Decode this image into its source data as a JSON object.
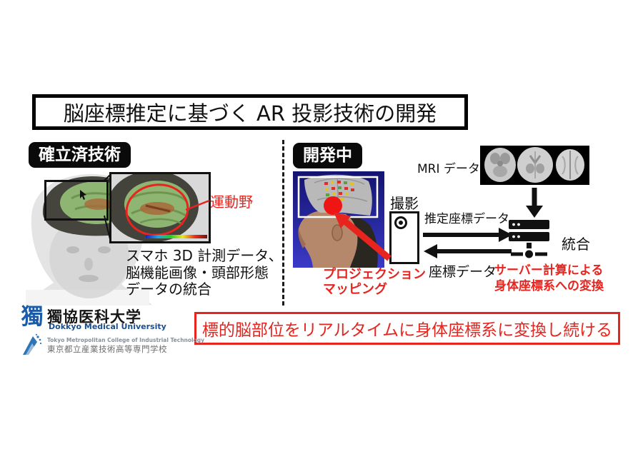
{
  "title": "脳座標推定に基づく AR 投影技術の開発",
  "established": {
    "label": "確立済技術",
    "motor_area_label": "運動野",
    "caption_line1": "スマホ 3D 計測データ、",
    "caption_line2": "脳機能画像・頭部形態",
    "caption_line3": "データの統合"
  },
  "in_development": {
    "label": "開発中",
    "mri_label": "MRI データ",
    "capture_label": "撮影",
    "estimated_coords_label": "推定座標データ",
    "coords_label": "座標データ",
    "integration_label": "統合",
    "server_note_line1": "サーバー計算による",
    "server_note_line2": "身体座標系への変換",
    "projection_line1": "プロジェクション",
    "projection_line2": "マッピング"
  },
  "banner": "標的脳部位をリアルタイムに身体座標系に変換し続ける",
  "logos": {
    "dokkyo": {
      "mark_glyph": "獨",
      "name_ja": "獨協医科大学",
      "name_en": "Dokkyo Medical University"
    },
    "tmcit": {
      "name_en": "Tokyo Metropolitan College of Industrial Technology",
      "name_ja": "東京都立産業技術高等専門学校"
    }
  },
  "icons": {
    "camera": "smartphone-camera-icon",
    "server": "server-network-icon",
    "arrows": [
      "down-arrow-icon",
      "right-arrow-icon",
      "left-arrow-icon",
      "red-projection-arrow-icon"
    ],
    "cursor": "mouse-cursor-icon",
    "mri": "mri-brain-slices-image"
  },
  "colors": {
    "accent_red": "#e8241f",
    "label_bg": "#0a0a0a",
    "photo_bg_top": "#131370",
    "photo_bg_bottom": "#3a3ac8",
    "brain_green": "#8fb573",
    "dokkyo_blue": "#1c4e8e",
    "tmcit_blue": "#2e75b6"
  }
}
